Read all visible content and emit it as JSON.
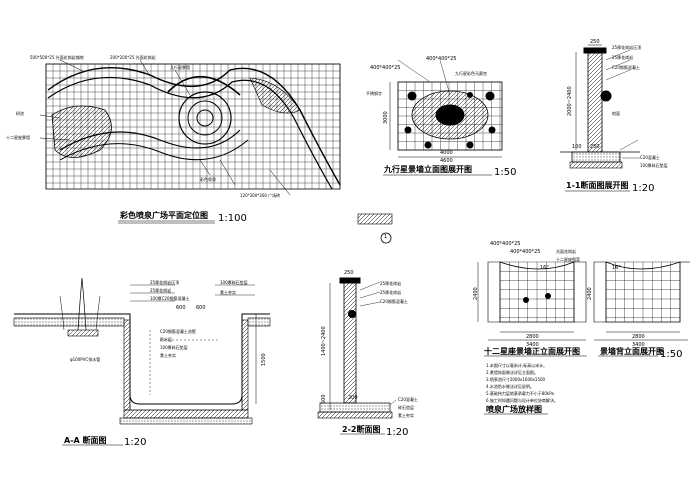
{
  "titles": {
    "plan": "彩色喷泉广场平面定位图",
    "elev9": "九行星景墙立面图展开图",
    "s11": "1-1断面图展开图",
    "aa": "A-A  断面图",
    "s22": "2-2断面图",
    "zodiac": "十二星座景墙正立面展开图",
    "back": "景墙背立面展开图",
    "detail": "喷泉广场放样图"
  },
  "scales": {
    "plan": "1:100",
    "elev9": "1:50",
    "s11": "1:20",
    "aa": "1:20",
    "s22": "1:20",
    "zodiac": "1:50"
  },
  "marker": "1",
  "plan_notes": [
    "500*500*25 光面花岗岩铺地",
    "200*200*25 光面花岗岩",
    "九行星景墙",
    "十二星座景墙",
    "树池",
    "120*300*300 广场砖",
    "彩色喷泉"
  ],
  "dims": {
    "e_top1": "400*400*25",
    "e_top2": "400*400*25",
    "e_h": "3000",
    "e_w": "4000",
    "e_w2": "4600",
    "s11_h": "2000~2400",
    "s11_250": "250",
    "s11_100": "100",
    "s11_top": "250",
    "aa_h": "1500",
    "aa_w1": "600",
    "aa_w2": "600",
    "s22_h": "1400~2400",
    "s22_500": "500",
    "s22_200": "200",
    "s22_top": "250",
    "z_h": "2400",
    "z_w": "2800",
    "z_w2": "3400",
    "z_ang": "16°",
    "b_h": "2400",
    "b_w": "2800",
    "b_w2": "3400",
    "b_ang": "16°",
    "z_top1": "400*400*25",
    "z_top2": "400*400*25"
  },
  "notes": {
    "s11": [
      "25厚花岗岩压顶",
      "25厚花岗岩",
      "C20钢筋混凝土",
      "地面",
      "C20混凝土",
      "100厚碎石垫层"
    ],
    "aa": [
      "25厚花岗岩压顶",
      "25厚花岗岩",
      "100厚C20钢筋混凝土",
      "100厚碎石垫层",
      "素土夯实",
      "C20钢筋混凝土池壁",
      "防水层",
      "100厚碎石垫层",
      "素土夯实",
      "φ100PVC排水管"
    ],
    "s22": [
      "25厚花岗岩",
      "25厚花岗岩",
      "C20钢筋混凝土",
      "C20混凝土",
      "碎石垫层",
      "素土夯实"
    ],
    "elev9": [
      "九行星彩色马赛克",
      "不锈钢字"
    ],
    "zodiac": [
      "光面花岗岩",
      "十二星座图案"
    ]
  },
  "detail_notes": [
    "1.本图尺寸以毫米计,标高以米计。",
    "2.景墙饰面做法详见立面图。",
    "3.喷泉池尺寸2000x1600x1500",
    "4.水池防水做法详见说明。",
    "5.基础持力层地基承载力不小于80kPa",
    "6.施工时如遇问题与设计单位协商解决。"
  ]
}
